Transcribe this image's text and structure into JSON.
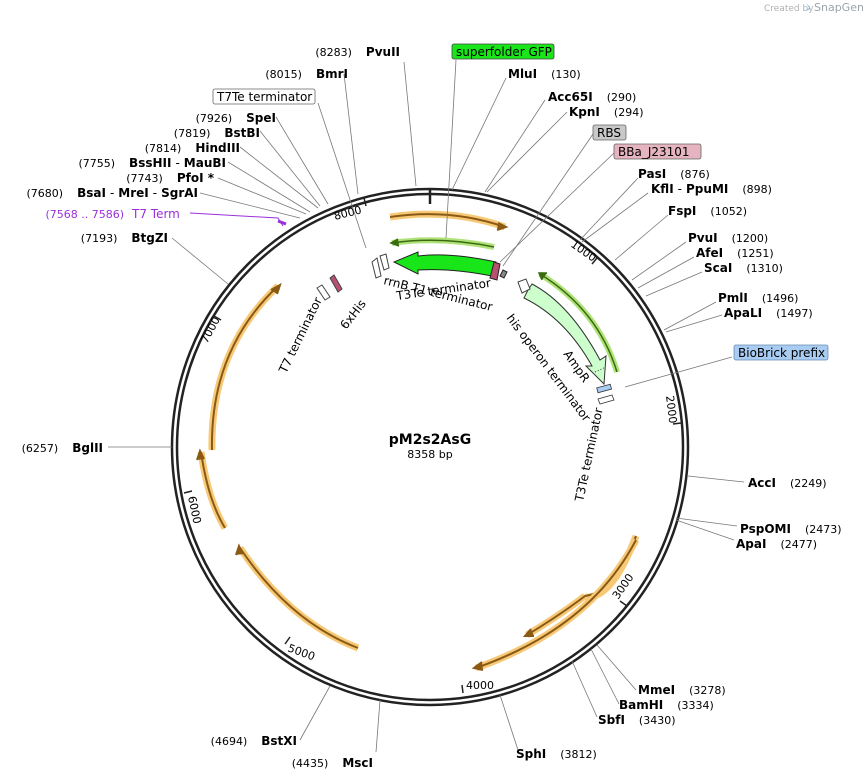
{
  "credit": {
    "created_by": "Created by",
    "brand": "SnapGene"
  },
  "plasmid": {
    "name": "pM2s2AsG",
    "size": "8358 bp"
  },
  "ticks": [
    "1000",
    "2000",
    "3000",
    "4000",
    "5000",
    "6000",
    "7000",
    "8000"
  ],
  "enzymes_right": [
    {
      "name": "MluI",
      "pos": "(130)"
    },
    {
      "name": "Acc65I",
      "pos": "(290)"
    },
    {
      "name": "KpnI",
      "pos": "(294)"
    },
    {
      "name": "PasI",
      "pos": "(876)"
    },
    {
      "name": "KflI",
      "sep": "-",
      "name2": "PpuMI",
      "pos": "(898)"
    },
    {
      "name": "FspI",
      "pos": "(1052)"
    },
    {
      "name": "PvuI",
      "pos": "(1200)"
    },
    {
      "name": "AfeI",
      "pos": "(1251)"
    },
    {
      "name": "ScaI",
      "pos": "(1310)"
    },
    {
      "name": "PmlI",
      "pos": "(1496)"
    },
    {
      "name": "ApaLI",
      "pos": "(1497)"
    },
    {
      "name": "AccI",
      "pos": "(2249)"
    },
    {
      "name": "PspOMI",
      "pos": "(2473)"
    },
    {
      "name": "ApaI",
      "pos": "(2477)"
    },
    {
      "name": "MmeI",
      "pos": "(3278)"
    },
    {
      "name": "BamHI",
      "pos": "(3334)"
    },
    {
      "name": "SbfI",
      "pos": "(3430)"
    },
    {
      "name": "SphI",
      "pos": "(3812)"
    }
  ],
  "enzymes_left": [
    {
      "pos": "(8283)",
      "name": "PvuII"
    },
    {
      "pos": "(8015)",
      "name": "BmrI"
    },
    {
      "pos": "(7926)",
      "name": "SpeI"
    },
    {
      "pos": "(7819)",
      "name": "BstBI"
    },
    {
      "pos": "(7814)",
      "name": "HindIII"
    },
    {
      "pos": "(7755)",
      "name": "BssHII",
      "sep": "-",
      "name2": "MauBI"
    },
    {
      "pos": "(7743)",
      "name": "PfoI *"
    },
    {
      "pos": "(7680)",
      "name": "BsaI",
      "sep": "-",
      "name2": "MreI",
      "sep2": "-",
      "name3": "SgrAI"
    },
    {
      "pos": "(7193)",
      "name": "BtgZI"
    },
    {
      "pos": "(6257)",
      "name": "BglII"
    },
    {
      "pos": "(4694)",
      "name": "BstXI"
    },
    {
      "pos": "(4435)",
      "name": "MscI"
    }
  ],
  "t7_term_site": {
    "pos": "(7568 .. 7586)",
    "name": "T7 Term"
  },
  "boxed_labels": {
    "superfolder_gfp": {
      "text": "superfolder GFP",
      "fill": "#19e619"
    },
    "t7te_terminator": {
      "text": "T7Te terminator",
      "fill": "#ffffff"
    },
    "rbs": {
      "text": "RBS",
      "fill": "#c8c8c8"
    },
    "bba": {
      "text": "BBa_J23101",
      "fill": "#e6b4c0"
    },
    "biobrick": {
      "text": "BioBrick prefix",
      "fill": "#a8ccf2"
    }
  },
  "inner_labels": {
    "rrnb": "rrnB T1 terminator",
    "t3te_top": "T3Te terminator",
    "his_operon": "his operon terminator",
    "ampr": "AmpR",
    "t3te_right": "T3Te terminator",
    "sixxhis": "6xHis",
    "t7_terminator": "T7 terminator"
  },
  "colors": {
    "gfp": "#19e619",
    "ampr": "#ccffcc",
    "orf_orange": "#f7c977",
    "promoter_pink": "#b85070",
    "purple": "#9b30d9"
  }
}
